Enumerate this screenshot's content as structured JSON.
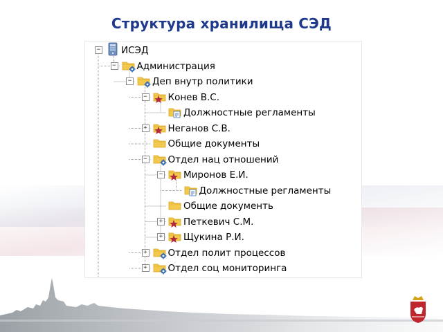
{
  "slide": {
    "title": "Структура хранилища СЭД"
  },
  "tree": {
    "nodes": [
      {
        "label": "ИСЭД",
        "icon": "server-icon",
        "expander": "−",
        "depth": 0
      },
      {
        "label": "Администрация",
        "icon": "folder-gear-icon",
        "expander": "−",
        "depth": 1
      },
      {
        "label": "Деп внутр политики",
        "icon": "folder-gear-icon",
        "expander": "−",
        "depth": 2
      },
      {
        "label": "Конев В.С.",
        "icon": "folder-star-icon",
        "expander": "−",
        "depth": 3
      },
      {
        "label": "Должностные регламенты",
        "icon": "folder-doc-icon",
        "expander": "",
        "depth": 4
      },
      {
        "label": "Неганов С.В.",
        "icon": "folder-star-icon",
        "expander": "+",
        "depth": 3
      },
      {
        "label": "Общие документы",
        "icon": "folder-icon",
        "expander": "",
        "depth": 3
      },
      {
        "label": "Отдел нац отношений",
        "icon": "folder-gear-icon",
        "expander": "−",
        "depth": 3
      },
      {
        "label": "Миронов Е.И.",
        "icon": "folder-star-icon",
        "expander": "−",
        "depth": 4
      },
      {
        "label": "Должностные регламенты",
        "icon": "folder-doc-icon",
        "expander": "",
        "depth": 5
      },
      {
        "label": "Общие документь",
        "icon": "folder-icon",
        "expander": "",
        "depth": 4
      },
      {
        "label": "Петкевич С.М.",
        "icon": "folder-star-icon",
        "expander": "+",
        "depth": 4
      },
      {
        "label": "Щукина Р.И.",
        "icon": "folder-star-icon",
        "expander": "+",
        "depth": 4
      },
      {
        "label": "Отдел полит процессов",
        "icon": "folder-gear-icon",
        "expander": "+",
        "depth": 3
      },
      {
        "label": "Отдел соц мониторинга",
        "icon": "folder-gear-icon",
        "expander": "+",
        "depth": 3
      }
    ]
  },
  "colors": {
    "title": "#1f3a8c",
    "folder": "#f2c94c",
    "folder_dark": "#d9a521",
    "star": "#b0283c",
    "gear": "#3a6fb5",
    "lines": "#9a9a9a",
    "skyline": "#9aa0a6"
  }
}
